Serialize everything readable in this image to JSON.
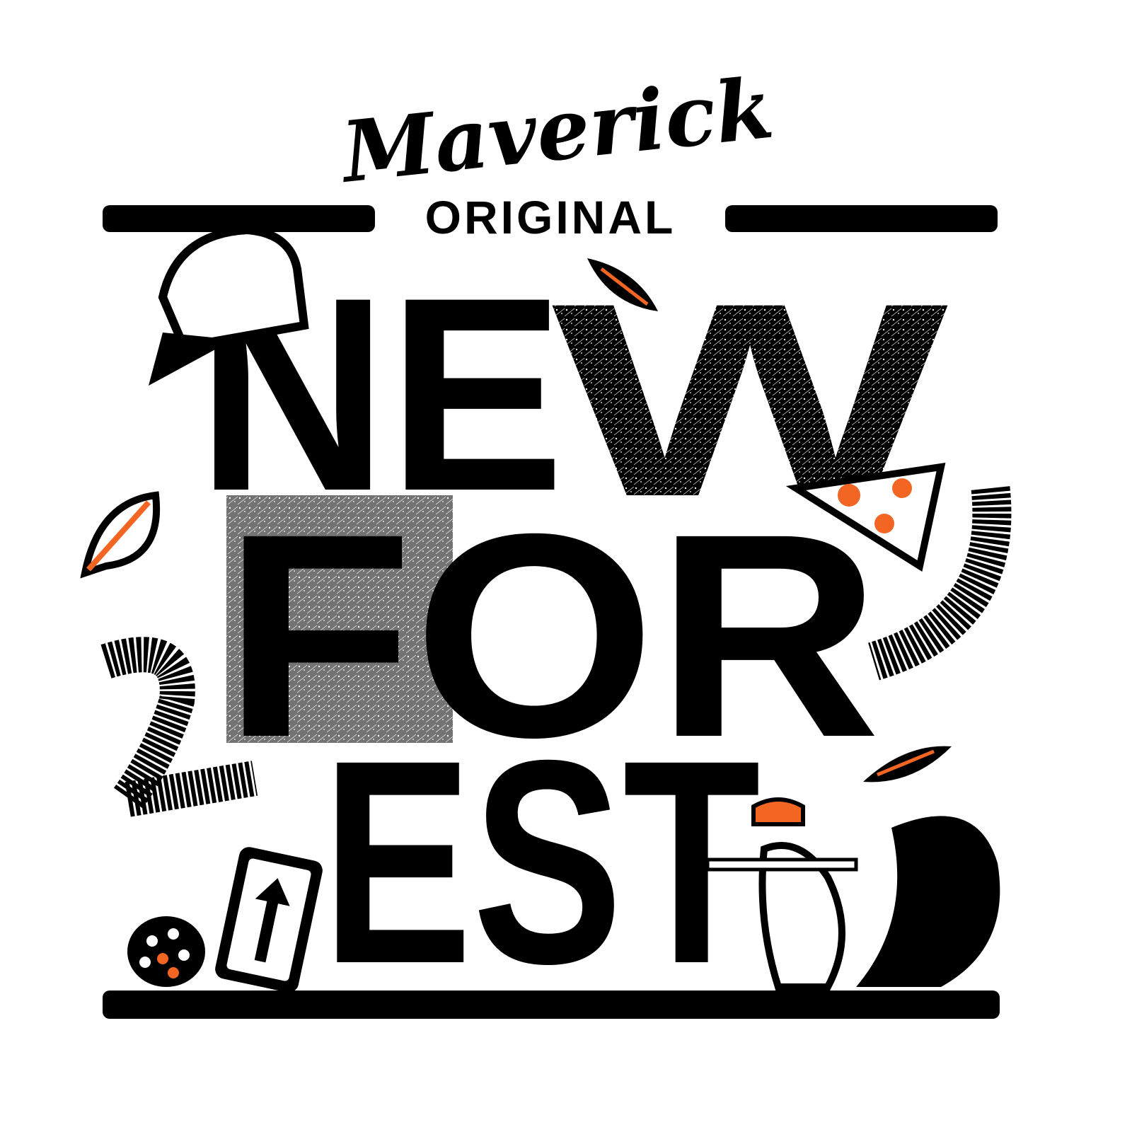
{
  "logo": {
    "brand": "Maverick",
    "subtitle": "ORIGINAL",
    "title_lines": [
      "NEW",
      "FOR",
      "EST"
    ]
  },
  "colors": {
    "ink": "#000000",
    "accent": "#f26522",
    "background": "#ffffff"
  }
}
